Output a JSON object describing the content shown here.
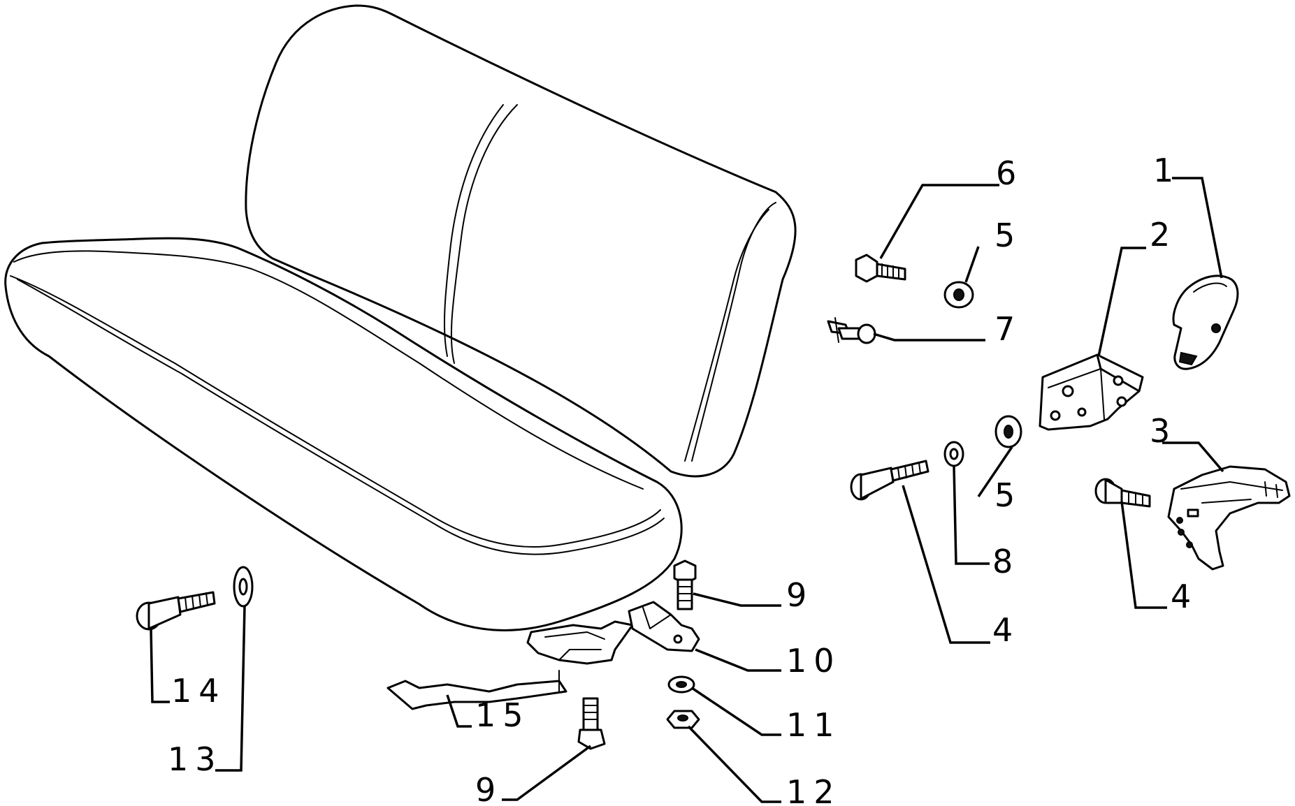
{
  "callouts": [
    {
      "id": "c1",
      "label": "1"
    },
    {
      "id": "c2",
      "label": "2"
    },
    {
      "id": "c3",
      "label": "3"
    },
    {
      "id": "c4a",
      "label": "4"
    },
    {
      "id": "c4b",
      "label": "4"
    },
    {
      "id": "c5a",
      "label": "5"
    },
    {
      "id": "c5b",
      "label": "5"
    },
    {
      "id": "c6",
      "label": "6"
    },
    {
      "id": "c7",
      "label": "7"
    },
    {
      "id": "c8",
      "label": "8"
    },
    {
      "id": "c9a",
      "label": "9"
    },
    {
      "id": "c9b",
      "label": "9"
    },
    {
      "id": "c10",
      "label": "10"
    },
    {
      "id": "c11",
      "label": "11"
    },
    {
      "id": "c12",
      "label": "12"
    },
    {
      "id": "c13",
      "label": "13"
    },
    {
      "id": "c14",
      "label": "14"
    },
    {
      "id": "c15",
      "label": "15"
    }
  ]
}
